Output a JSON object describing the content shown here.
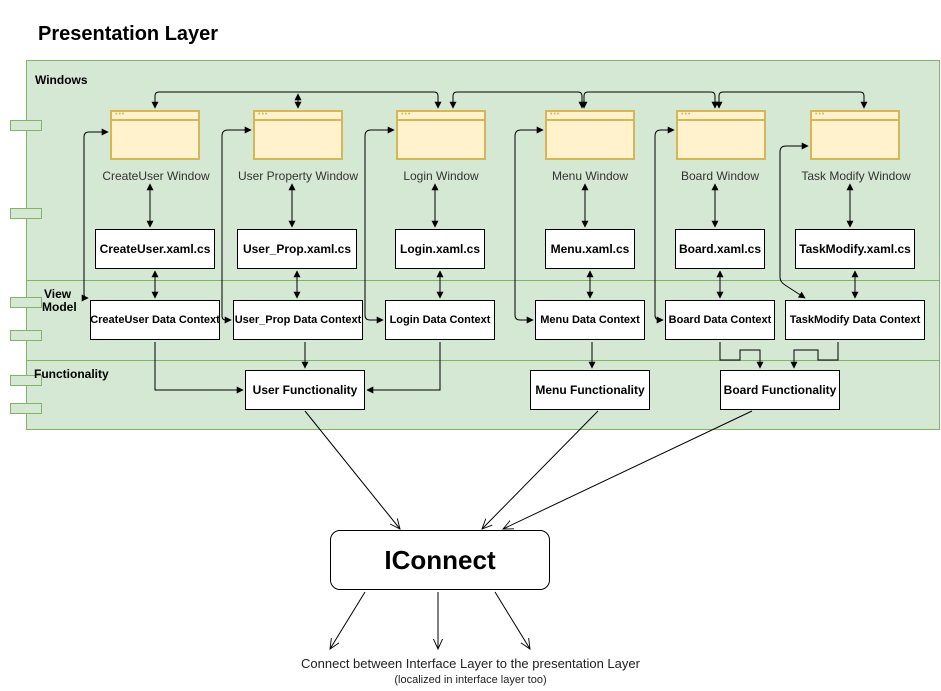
{
  "title": "Presentation Layer",
  "sections": {
    "windows": "Windows",
    "view_model_line1": "View",
    "view_model_line2": "Model",
    "functionality": "Functionality"
  },
  "windows": [
    "CreateUser Window",
    "User Property Window",
    "Login Window",
    "Menu Window",
    "Board Window",
    "Task Modify Window"
  ],
  "code_behind": [
    "CreateUser.xaml.cs",
    "User_Prop.xaml.cs",
    "Login.xaml.cs",
    "Menu.xaml.cs",
    "Board.xaml.cs",
    "TaskModify.xaml.cs"
  ],
  "data_contexts": [
    "CreateUser Data Context",
    "User_Prop Data Context",
    "Login Data Context",
    "Menu Data Context",
    "Board Data Context",
    "TaskModify Data Context"
  ],
  "functionality": [
    "User Functionality",
    "Menu Functionality",
    "Board Functionality"
  ],
  "interface": "IConnect",
  "footer": {
    "line1": "Connect between Interface Layer to the presentation Layer",
    "line2": "(localized in interface layer too)"
  },
  "colors": {
    "panel_fill": "#d5e8d4",
    "panel_border": "#82b366",
    "window_fill": "#fff2cc",
    "window_border": "#d6b656"
  }
}
